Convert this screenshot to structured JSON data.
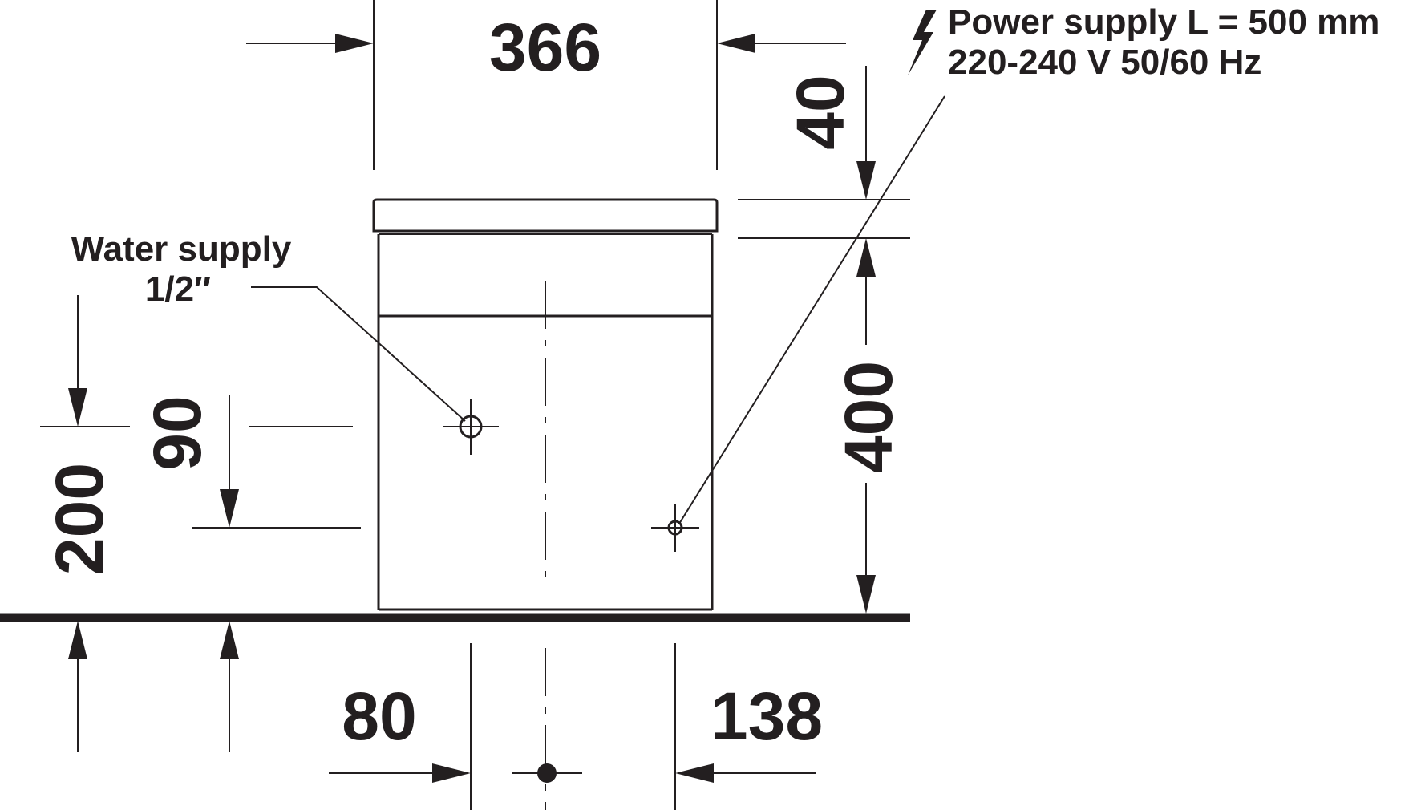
{
  "dimensions": {
    "width_top": "366",
    "lid_height": "40",
    "tank_height": "400",
    "water_height": "200",
    "power_height": "90",
    "water_offset": "80",
    "power_offset": "138"
  },
  "labels": {
    "water_supply_line1": "Water supply",
    "water_supply_line2": "1/2″",
    "power_supply_line1": "Power supply L = 500 mm",
    "power_supply_line2": "220-240 V  50/60 Hz"
  },
  "icons": {
    "power": "lightning-bolt-icon"
  },
  "colors": {
    "ink": "#231f20",
    "background": "#ffffff"
  }
}
